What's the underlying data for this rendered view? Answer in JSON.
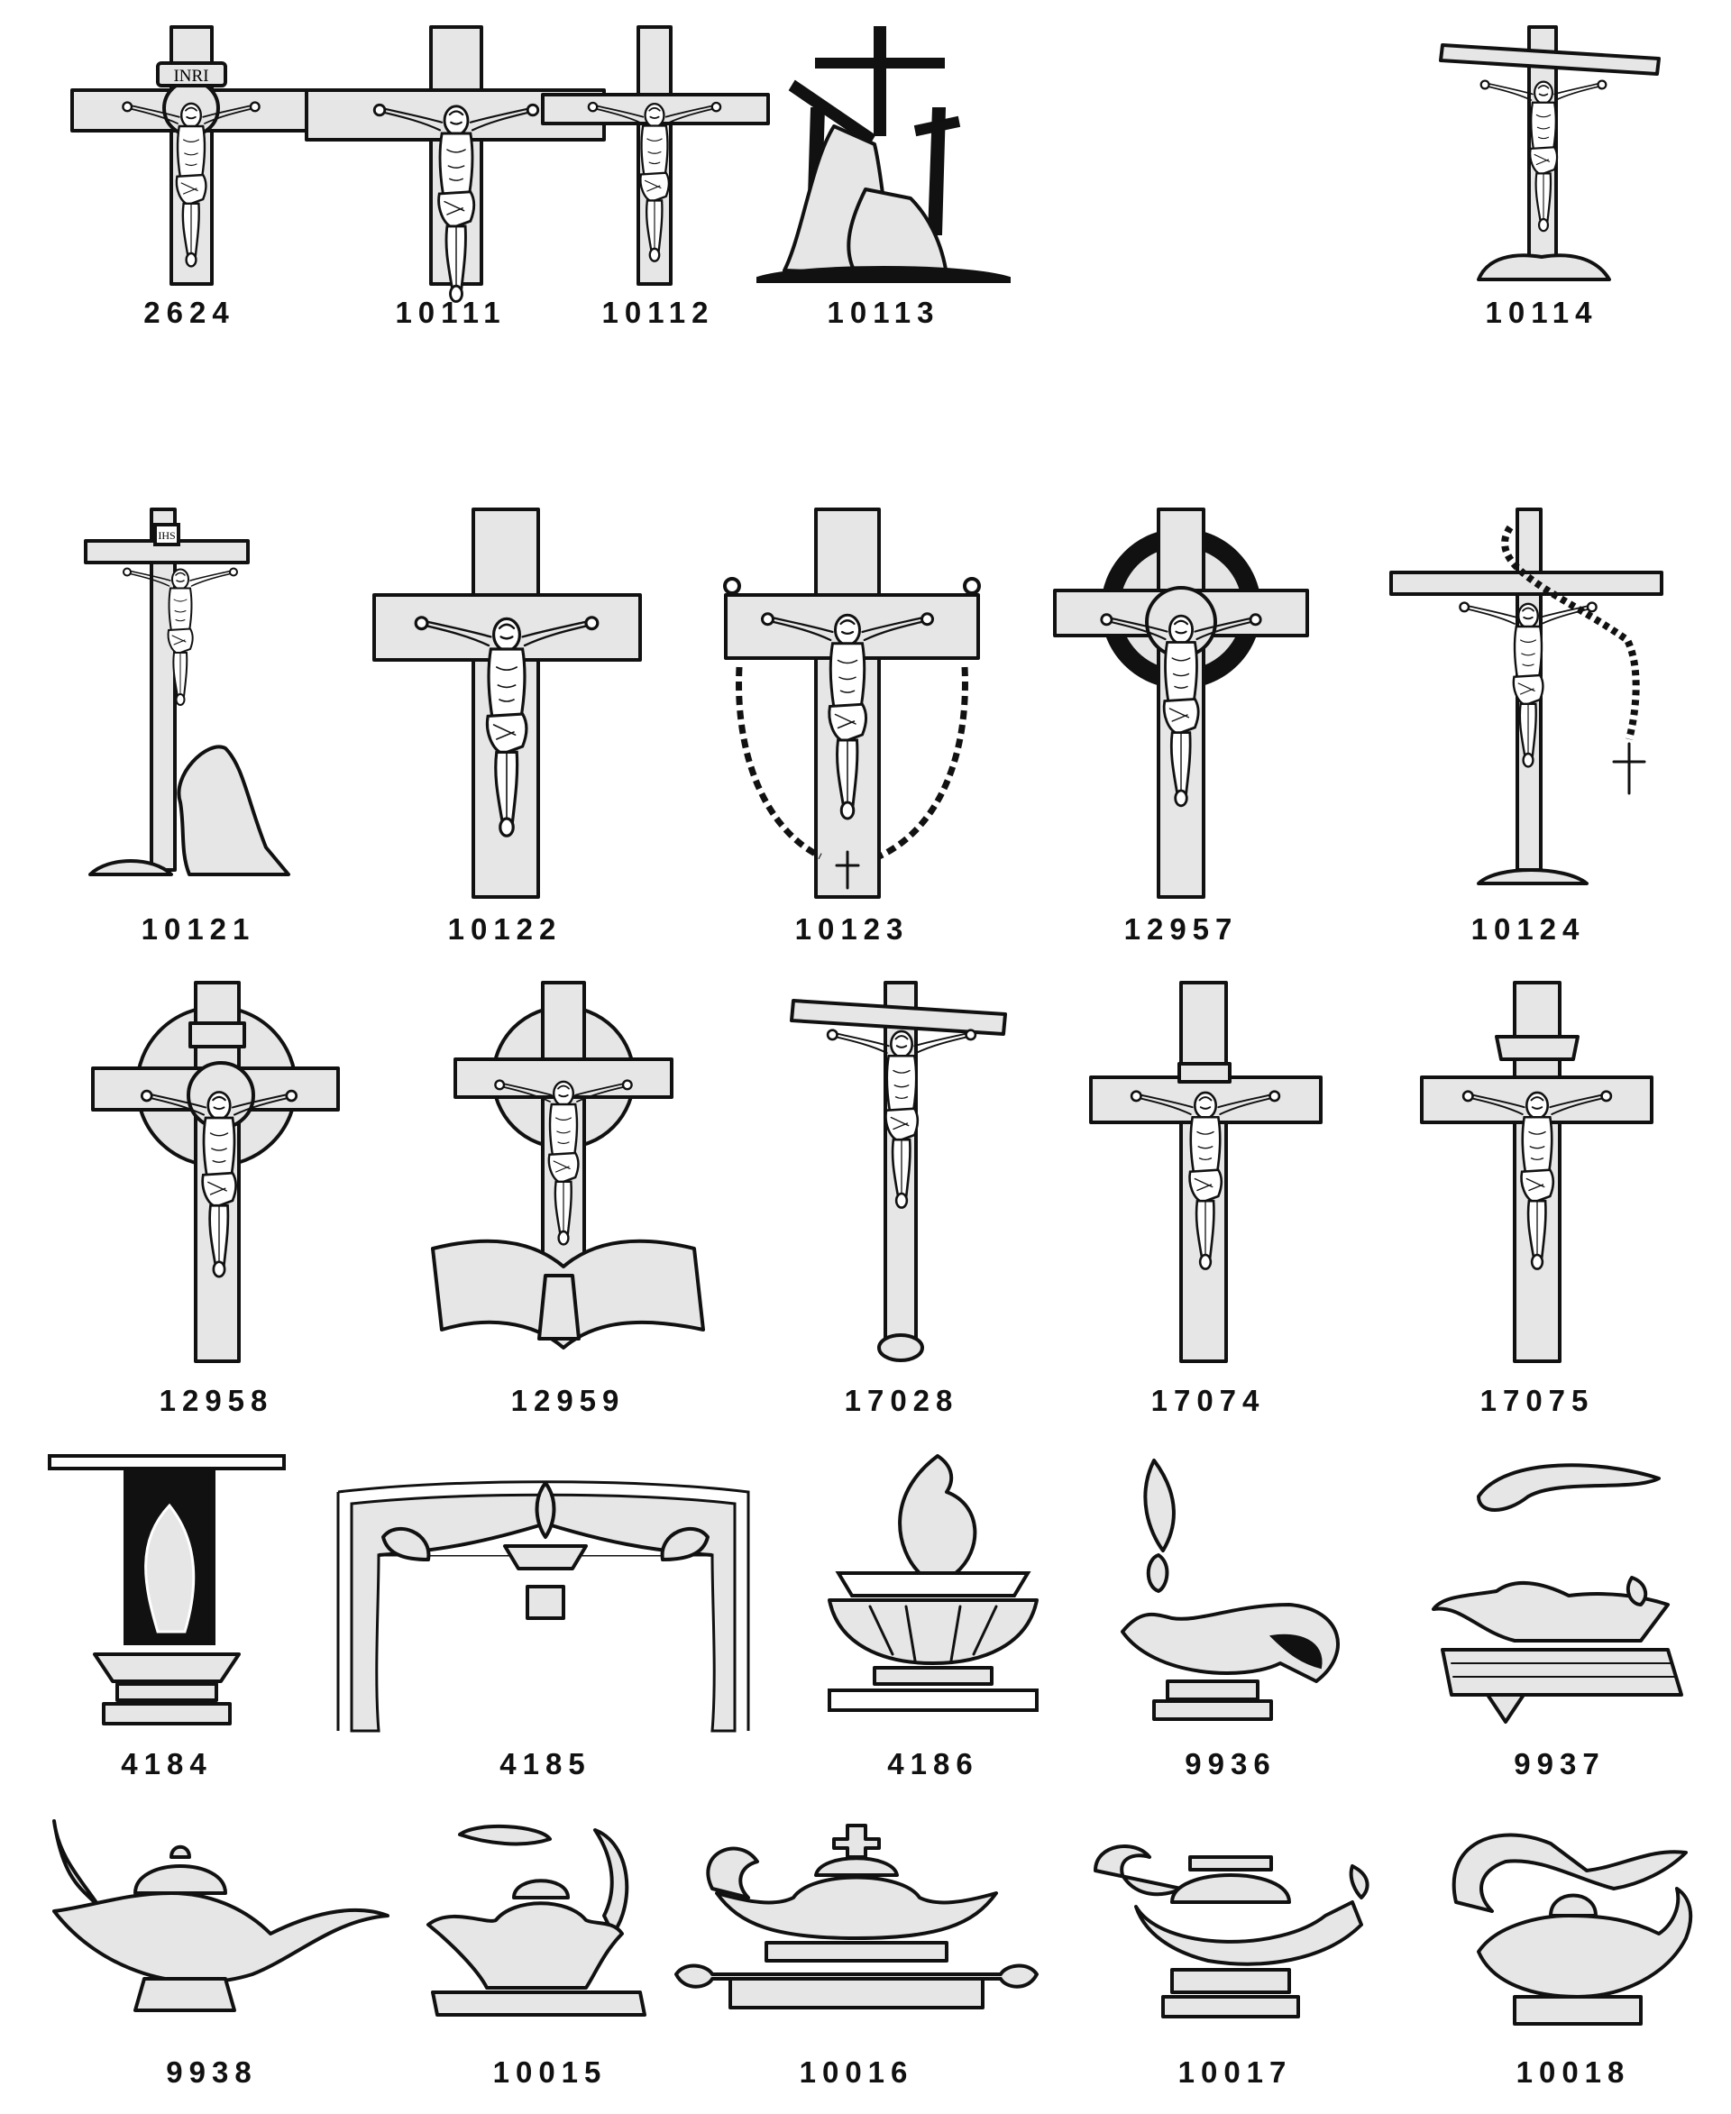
{
  "catalog": {
    "rows": [
      [
        "2624",
        "10111",
        "10112",
        "10113",
        "10114"
      ],
      [
        "10121",
        "10122",
        "10123",
        "12957",
        "10124"
      ],
      [
        "12958",
        "12959",
        "17028",
        "17074",
        "17075"
      ],
      [
        "4184",
        "4185",
        "4186",
        "9936",
        "9937"
      ],
      [
        "9938",
        "10015",
        "10016",
        "10017",
        "10018"
      ]
    ],
    "inri_text": "INRI",
    "ihs_text": "IHS"
  }
}
